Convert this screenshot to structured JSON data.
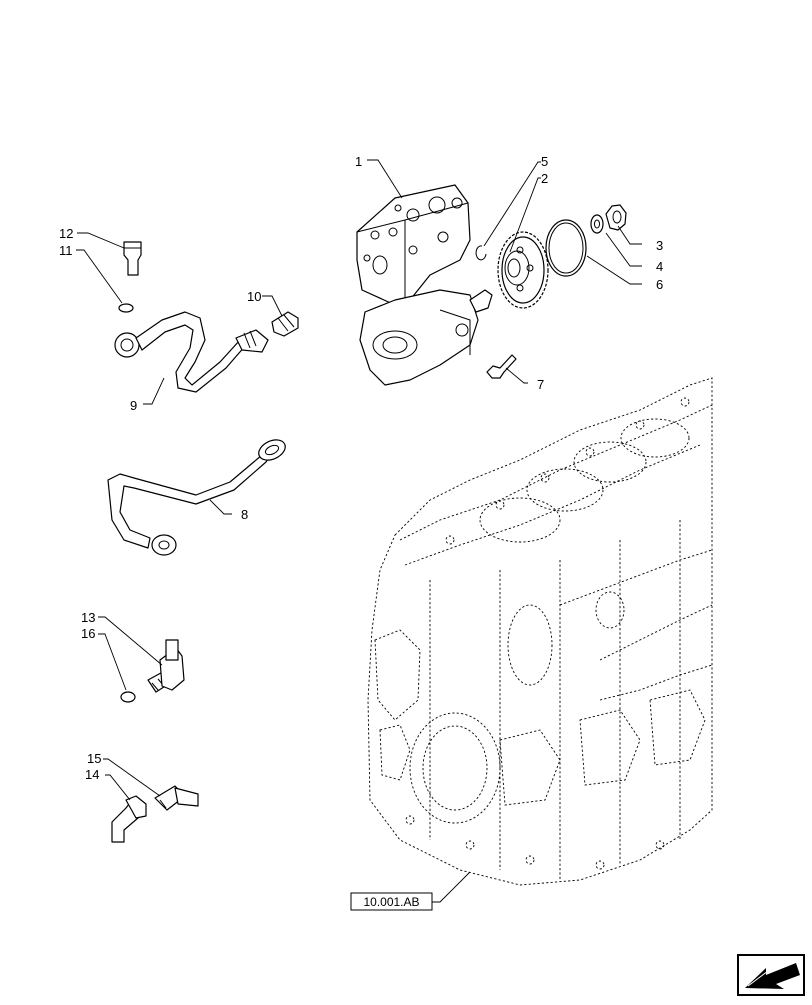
{
  "callouts": [
    {
      "id": "1",
      "text": "1"
    },
    {
      "id": "2",
      "text": "2"
    },
    {
      "id": "3",
      "text": "3"
    },
    {
      "id": "4",
      "text": "4"
    },
    {
      "id": "5",
      "text": "5"
    },
    {
      "id": "6",
      "text": "6"
    },
    {
      "id": "7",
      "text": "7"
    },
    {
      "id": "8",
      "text": "8"
    },
    {
      "id": "9",
      "text": "9"
    },
    {
      "id": "10",
      "text": "10"
    },
    {
      "id": "11",
      "text": "11"
    },
    {
      "id": "12",
      "text": "12"
    },
    {
      "id": "13",
      "text": "13"
    },
    {
      "id": "14",
      "text": "14"
    },
    {
      "id": "15",
      "text": "15"
    },
    {
      "id": "16",
      "text": "16"
    }
  ],
  "reference": {
    "label": "10.001.AB"
  },
  "nav_icon": {
    "name": "arrow-nav-icon"
  }
}
